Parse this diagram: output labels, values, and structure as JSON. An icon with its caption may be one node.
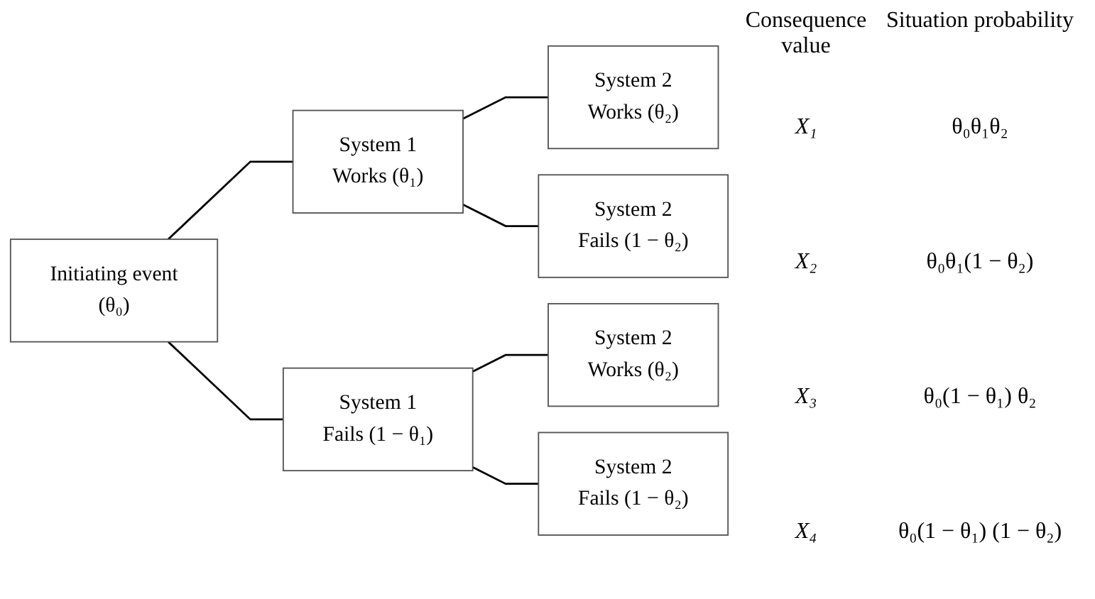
{
  "diagram": {
    "nodes": [
      {
        "text": [
          "Initiating event",
          "(θ₀)"
        ]
      },
      {
        "text": [
          "System 1",
          "Works (θ₁)"
        ]
      },
      {
        "text": [
          "System 2",
          "Works (θ₂)"
        ]
      },
      {
        "text": [
          "System 2",
          "Fails (1 − θ₂)"
        ]
      },
      {
        "text": [
          "System 1",
          "Fails (1 − θ₁)"
        ]
      },
      {
        "text": [
          "System 2",
          "Works (θ₂)"
        ]
      },
      {
        "text": [
          "System 2",
          "Fails (1 − θ₂)"
        ]
      }
    ],
    "edges": [
      {
        "from": 0,
        "to": 1,
        "arrow": "none"
      },
      {
        "from": 0,
        "to": 4,
        "arrow": "none"
      },
      {
        "from": 1,
        "to": 2,
        "arrow": "none"
      },
      {
        "from": 1,
        "to": 3,
        "arrow": "none"
      },
      {
        "from": 4,
        "to": 5,
        "arrow": "none"
      },
      {
        "from": 4,
        "to": 6,
        "arrow": "none"
      }
    ],
    "labels": [
      "Consequence value",
      "Situation probability",
      "X₁",
      "θ₀θ₁θ₂",
      "X₂",
      "θ₀θ₁(1 − θ₂)",
      "X₃",
      "θ₀(1 − θ₁) θ₂",
      "X₄",
      "θ₀(1 − θ₁) (1 − θ₂)"
    ]
  }
}
